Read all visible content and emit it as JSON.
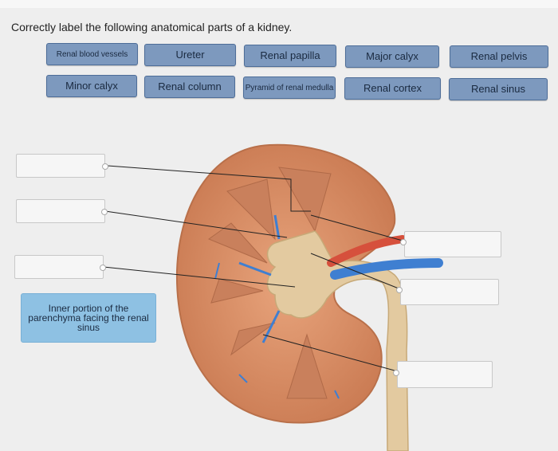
{
  "question": {
    "prompt": "Correctly label the following anatomical parts of a kidney."
  },
  "word_bank": [
    {
      "label": "Renal blood vessels"
    },
    {
      "label": "Ureter"
    },
    {
      "label": "Renal papilla"
    },
    {
      "label": "Major calyx"
    },
    {
      "label": "Renal pelvis"
    },
    {
      "label": "Minor calyx"
    },
    {
      "label": "Renal column"
    },
    {
      "label": "Pyramid of renal medulla"
    },
    {
      "label": "Renal cortex"
    },
    {
      "label": "Renal sinus"
    }
  ],
  "placed_label": {
    "text": "Inner portion of the parenchyma facing the renal sinus"
  },
  "colors": {
    "chip_bg": "#7d99be",
    "placed_bg": "#8ec1e3",
    "cortex": "#d69068",
    "pelvis": "#e3caa0",
    "artery": "#d6503c",
    "vein": "#3f7fd1"
  }
}
